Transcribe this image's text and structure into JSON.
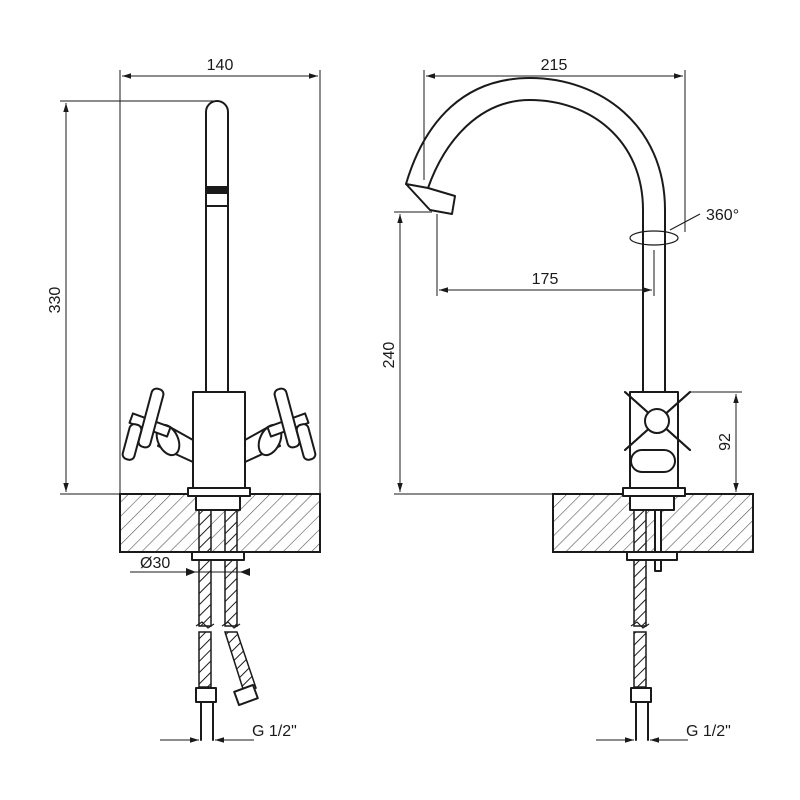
{
  "front_view": {
    "width_label": "140",
    "height_label": "330",
    "diameter_label": "Ø30",
    "thread_label": "G 1/2\""
  },
  "side_view": {
    "reach_label": "215",
    "spout_reach_label": "175",
    "height_label": "240",
    "handle_height_label": "92",
    "rotation_label": "360°",
    "thread_label": "G 1/2\""
  }
}
